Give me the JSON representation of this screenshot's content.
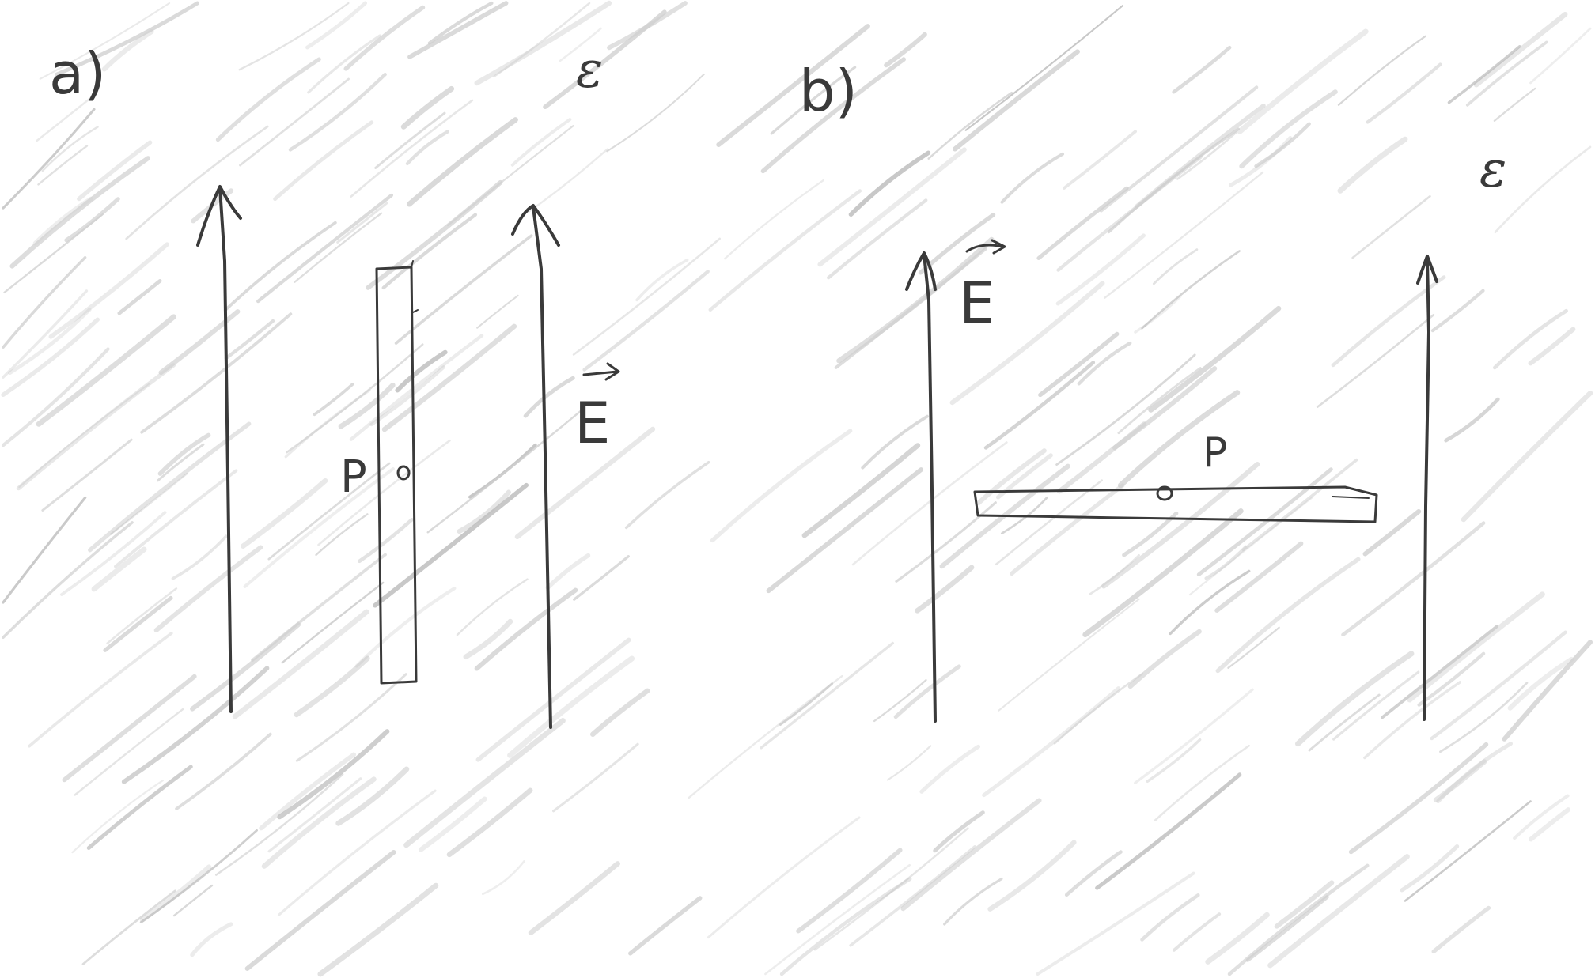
{
  "panel_a": {
    "label": "a)",
    "medium_label": "ε",
    "field_label": "E",
    "point_label": "P"
  },
  "panel_b": {
    "label": "b)",
    "medium_label": "ε",
    "field_label": "E",
    "point_label": "P"
  },
  "colors": {
    "ink": "#3a3a3a",
    "hatch": "#cfcfcf",
    "background": "#ffffff"
  }
}
